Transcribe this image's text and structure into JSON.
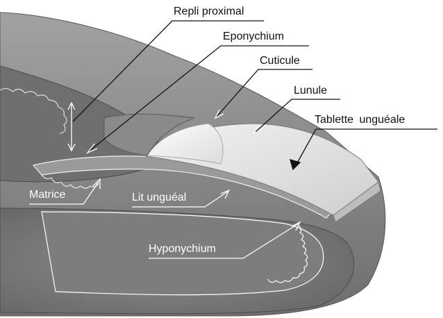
{
  "diagram": {
    "labels": {
      "repli_proximal": "Repli proximal",
      "eponychium": "Eponychium",
      "cuticule": "Cuticule",
      "lunule": "Lunule",
      "tablette_ungueale": "Tablette  unguéale",
      "matrice": "Matrice",
      "lit_ungueal": "Lit unguéal",
      "hyponychium": "Hyponychium"
    },
    "colors": {
      "skin_outer": "#8f8f8f",
      "skin_cut_face": "#6f6f6f",
      "tissue_inner": "#8a8a8a",
      "nail_plate": "#e6e6e6",
      "lunula": "#f4f4f4",
      "leader_line": "#111111",
      "light_leader": "#ffffff"
    }
  }
}
